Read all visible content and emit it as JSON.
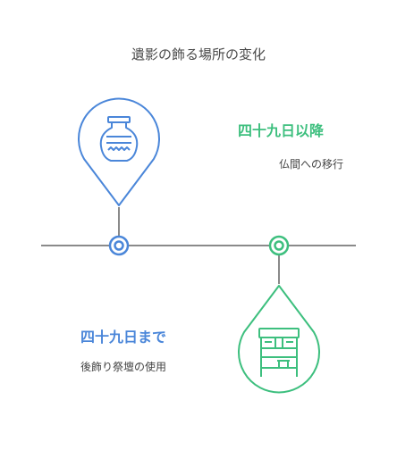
{
  "title": "遺影の飾る場所の変化",
  "stages": [
    {
      "heading": "四十九日まで",
      "description": "後飾り祭壇の使用",
      "color": "#4a86d9",
      "icon": "urn-icon"
    },
    {
      "heading": "四十九日以降",
      "description": "仏間への移行",
      "color": "#3dbf7e",
      "icon": "butsudan-icon"
    }
  ],
  "colors": {
    "line": "#8a8a8a",
    "text": "#4a4a4a"
  }
}
